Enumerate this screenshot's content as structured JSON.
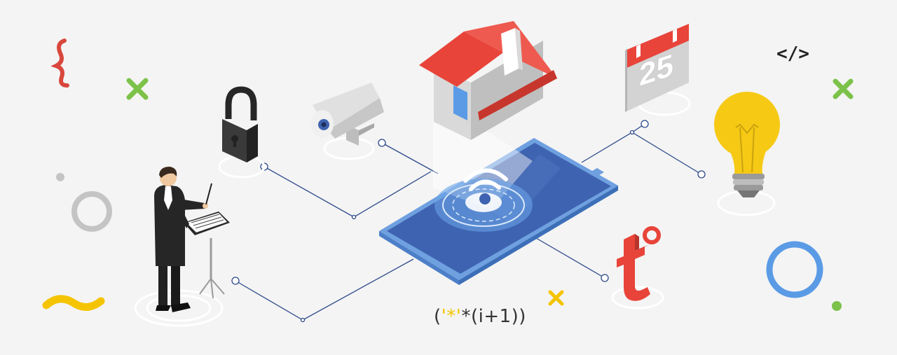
{
  "illustration": {
    "code_tag": "</>",
    "formula": {
      "open": "(",
      "quoted": "'*'",
      "rest": "*(i+1))"
    },
    "calendar_day": "25",
    "temperature_glyph": "t°",
    "colors": {
      "background": "#f4f4f4",
      "phone_blue": "#3e63b0",
      "phone_frame": "#6fa0e0",
      "roof_red": "#e8443a",
      "wall_grey": "#d9d9d9",
      "bulb_yellow": "#f6c915",
      "accent_green": "#7cc24a",
      "accent_blue_ring": "#5b9be6",
      "circuit_line": "#2c4a8a",
      "curly_brace_red": "#d9463b",
      "tilde_yellow": "#f5c400"
    },
    "icons": [
      "smartphone-hub-icon",
      "wifi-signal-icon",
      "house-icon",
      "padlock-icon",
      "security-camera-icon",
      "calendar-icon",
      "lightbulb-icon",
      "temperature-icon",
      "conductor-figure",
      "curly-brace-icon",
      "close-x-icon",
      "ring-icon",
      "tilde-icon",
      "code-tag-icon"
    ]
  }
}
